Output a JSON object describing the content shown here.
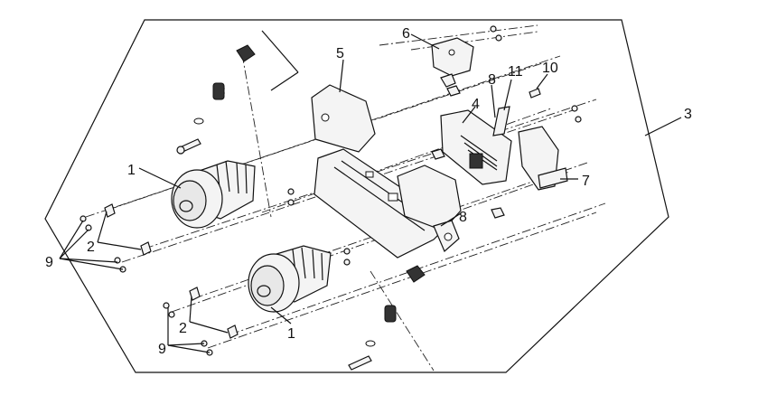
{
  "diagram": {
    "callouts": {
      "c1a": "1",
      "c1b": "1",
      "c2a": "2",
      "c2b": "2",
      "c3": "3",
      "c4": "4",
      "c5": "5",
      "c6": "6",
      "c7": "7",
      "c8a": "8",
      "c8b": "8",
      "c9a": "9",
      "c9b": "9",
      "c10": "10",
      "c11": "11"
    }
  }
}
